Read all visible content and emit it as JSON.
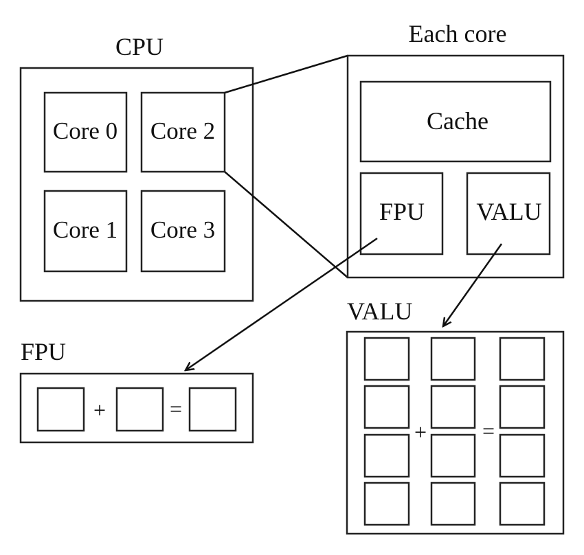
{
  "cpu": {
    "title": "CPU",
    "cores": [
      "Core 0",
      "Core 2",
      "Core 1",
      "Core 3"
    ]
  },
  "each_core": {
    "title": "Each core",
    "cache_label": "Cache",
    "fpu_label": "FPU",
    "valu_label": "VALU"
  },
  "fpu_detail": {
    "title": "FPU",
    "plus": "+",
    "equals": "="
  },
  "valu_detail": {
    "title": "VALU",
    "plus": "+",
    "equals": "="
  },
  "colors": {
    "stroke": "#222222",
    "background": "#ffffff"
  }
}
